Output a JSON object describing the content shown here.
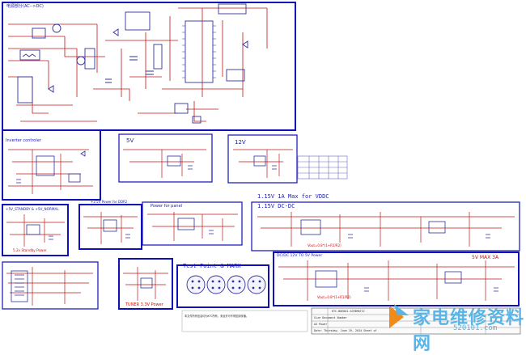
{
  "blocks": {
    "power": {
      "label": "电源部分(AC-->DC)"
    },
    "inverter": {
      "label": "Inverter controler"
    },
    "five_v": {
      "label": "5V"
    },
    "twelve_v": {
      "label": "12V"
    },
    "standby": {
      "label": "+5V_STANDBY & +5V_NORMAL",
      "footer": "5.2v Standby Power"
    },
    "ddr": {
      "label": "+2.5V Power for DDR2"
    },
    "panel": {
      "label": "Power for panel"
    },
    "vddc_title": "1.15V 1A Max for VDDC",
    "vddc_sub": "1.15V DC-DC",
    "vddc_caption": "Vout=0.8*(1+R1/R2)",
    "tuner": {
      "footer": "TUNER 3.3V Power"
    },
    "test_point": {
      "label": "Test Point & MARK"
    },
    "dcdc": {
      "label": "DC/DC 12V TO 5V Power",
      "max": "5V  MAX 3A",
      "caption": "Vout=0.8*(1+R1/R2)"
    }
  },
  "title_block": {
    "row1": "KTC-BOE801-SCHEMATIC",
    "row2": "Size  Document Number",
    "row3": "A3   Power",
    "row4": "Date: Thursday, June 19, 2014   Sheet  of"
  },
  "notes": "本文件所有信息均为KTC所有，未经许可不得复制传播。",
  "watermark": {
    "text": "家电维修资料网",
    "url": "520101.com"
  },
  "colors": {
    "frame": "#1010b8",
    "wire": "#c01818",
    "component": "#3030a0",
    "watermark": "#5ab5e6"
  }
}
